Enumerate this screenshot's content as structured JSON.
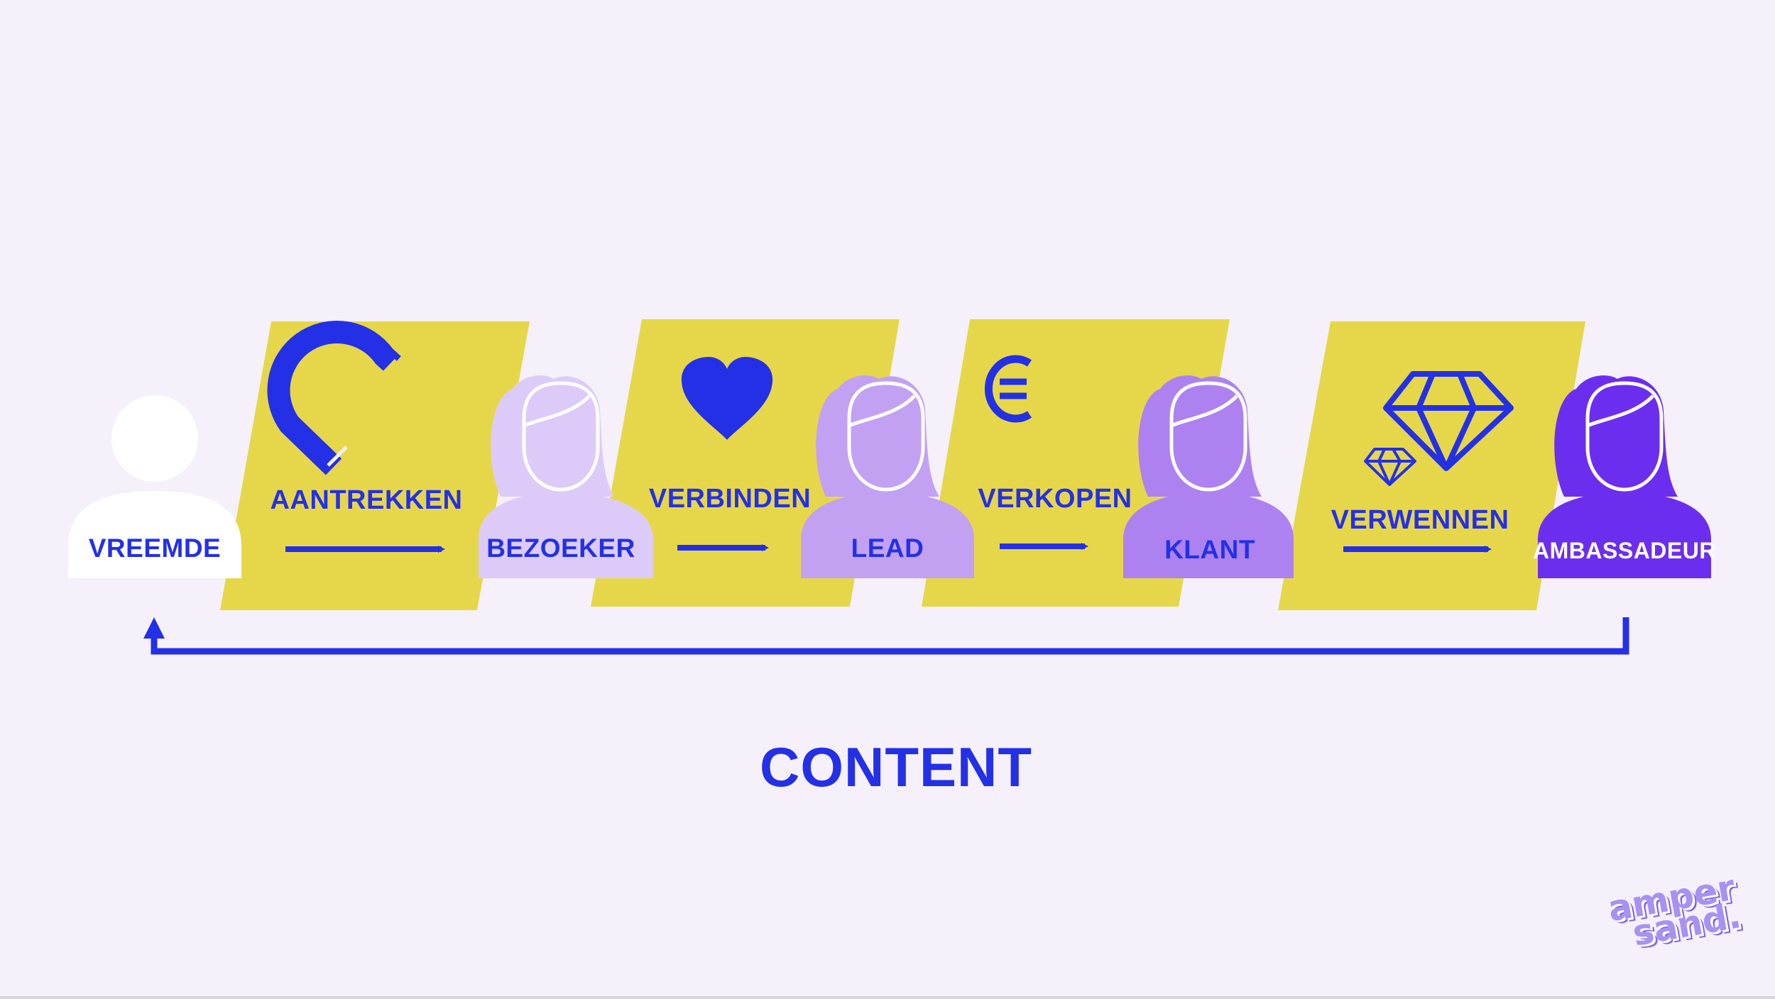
{
  "colors": {
    "background": "#f6f0fa",
    "panel": "#e6d74a",
    "accent": "#2430e6",
    "stranger": "#ffffff",
    "visitor": "#dccbf8",
    "lead": "#c2a1f2",
    "customer": "#ad82f0",
    "ambassador": "#6c2eee"
  },
  "persons": [
    {
      "label": "VREEMDE",
      "style": "stranger"
    },
    {
      "label": "BEZOEKER",
      "style": "visitor"
    },
    {
      "label": "LEAD",
      "style": "lead"
    },
    {
      "label": "KLANT",
      "style": "customer"
    },
    {
      "label": "AMBASSADEUR",
      "style": "ambassador"
    }
  ],
  "steps": [
    {
      "label": "AANTREKKEN",
      "icon": "magnet-icon"
    },
    {
      "label": "VERBINDEN",
      "icon": "heart-icon"
    },
    {
      "label": "VERKOPEN",
      "icon": "euro-icon"
    },
    {
      "label": "VERWENNEN",
      "icon": "diamond-icon"
    }
  ],
  "footer_label": "CONTENT",
  "logo": {
    "line1": "amper",
    "line2": "sand."
  }
}
